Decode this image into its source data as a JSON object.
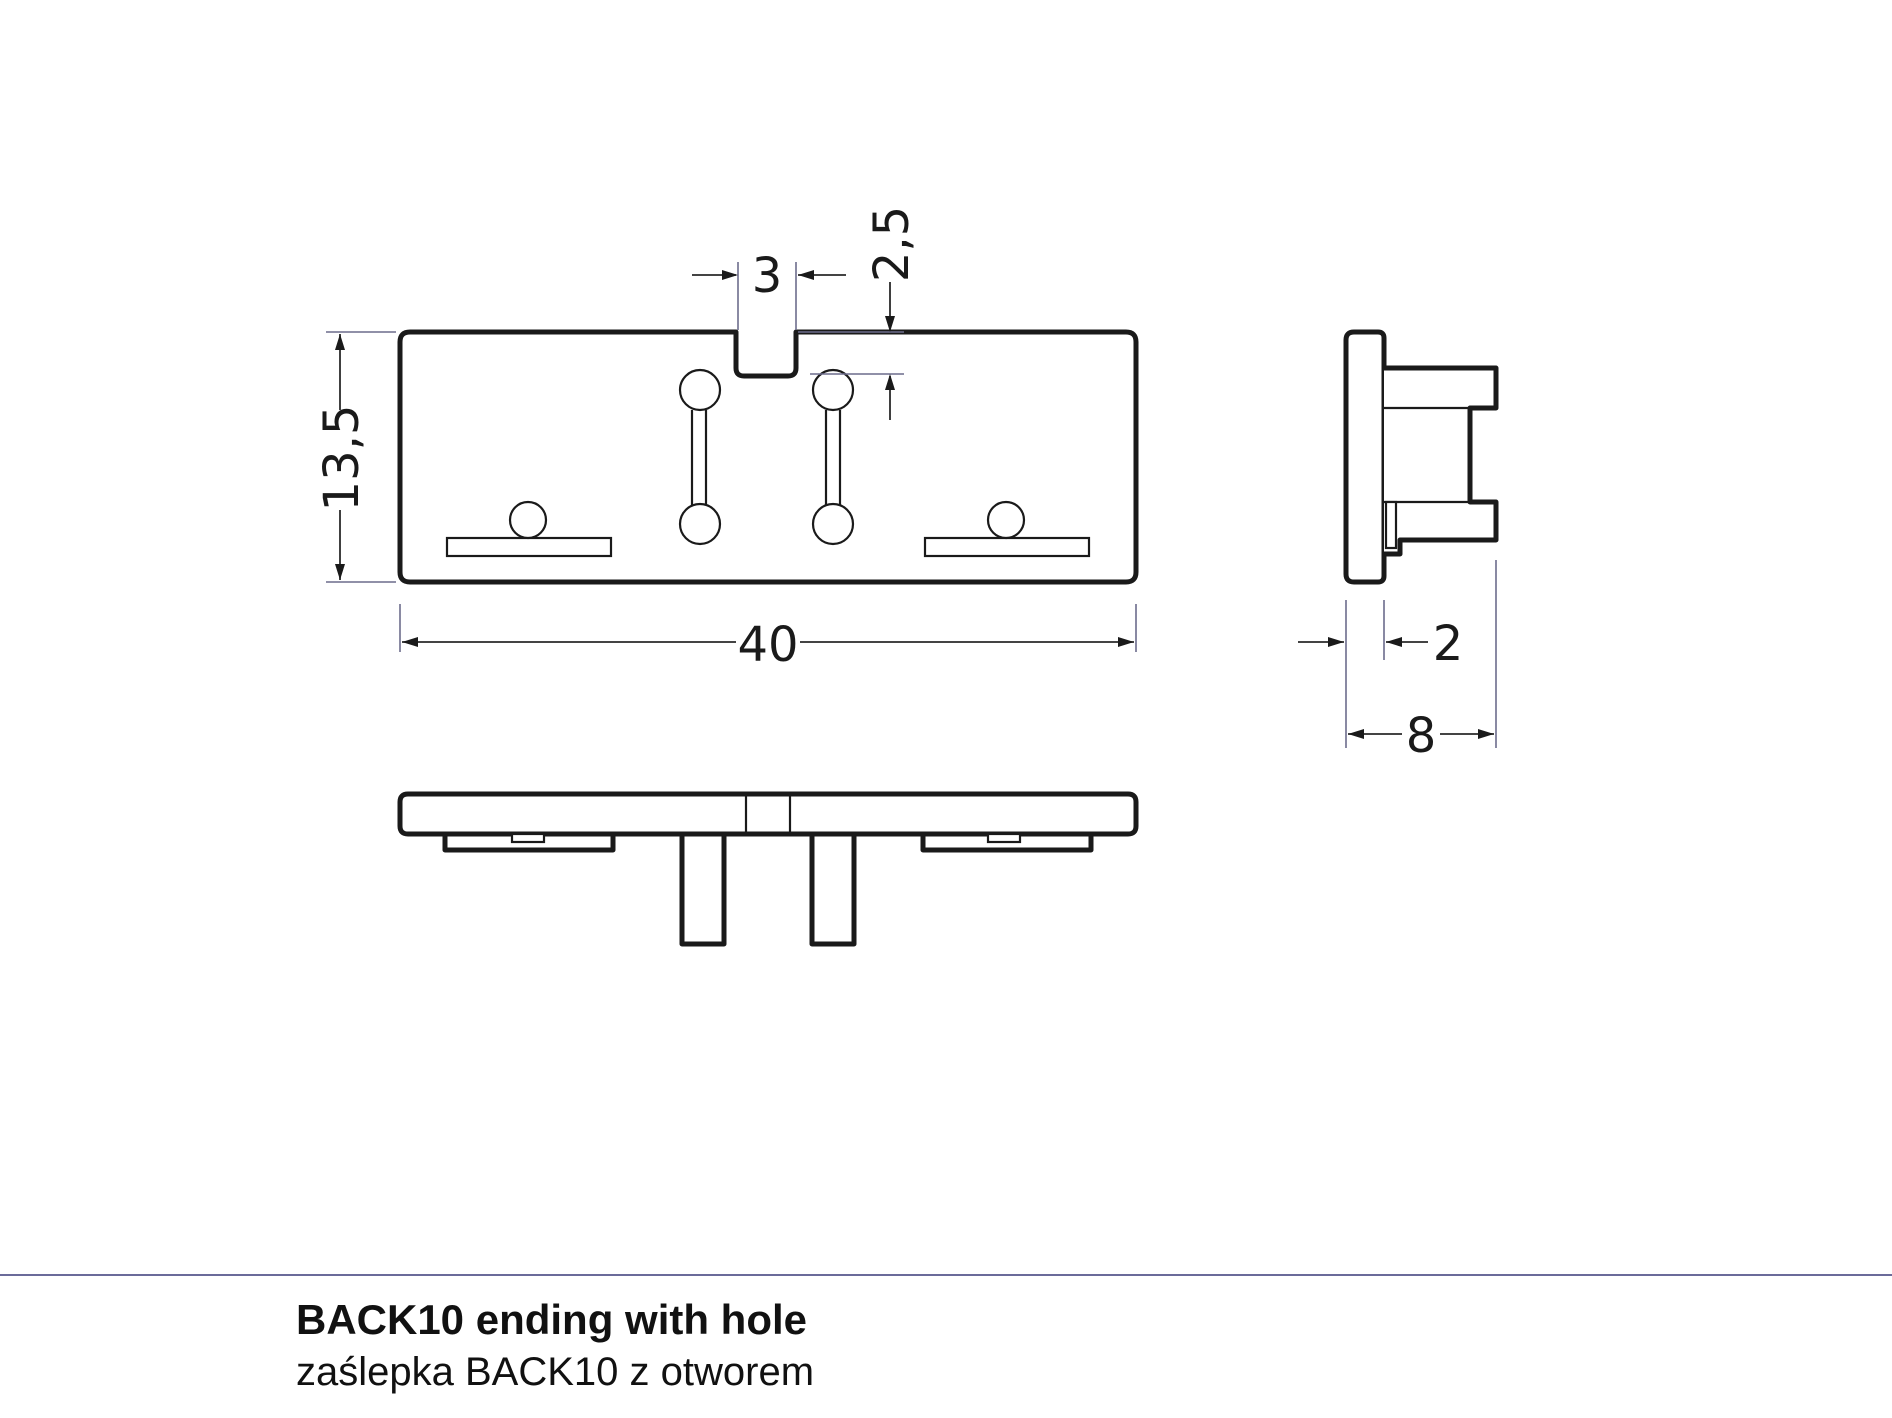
{
  "dimensions": {
    "notch_width": "3",
    "notch_depth": "2,5",
    "height": "13,5",
    "width": "40",
    "wall_thickness": "2",
    "depth": "8"
  },
  "footer": {
    "title": "BACK10 ending with hole",
    "subtitle": "zaślepka BACK10 z otworem"
  },
  "colors": {
    "line": "#1a1a1a",
    "footer_rule": "#6b6b9a"
  }
}
